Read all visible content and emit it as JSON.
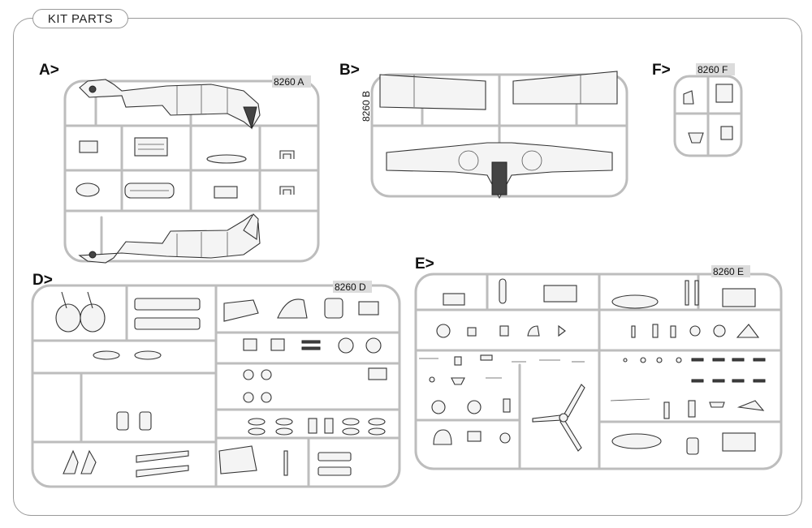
{
  "header": {
    "title": "KIT PARTS"
  },
  "sections": {
    "A": {
      "letter": "A>",
      "code": "8260 A"
    },
    "B": {
      "letter": "B>",
      "code": "8260 B"
    },
    "F": {
      "letter": "F>",
      "code": "8260 F"
    },
    "D": {
      "letter": "D>",
      "code": "8260 D"
    },
    "E": {
      "letter": "E>",
      "code": "8260 E"
    }
  },
  "colors": {
    "sprue": "#bdbdbd",
    "frame": "#9a9a9a",
    "part_outline": "#333333"
  }
}
